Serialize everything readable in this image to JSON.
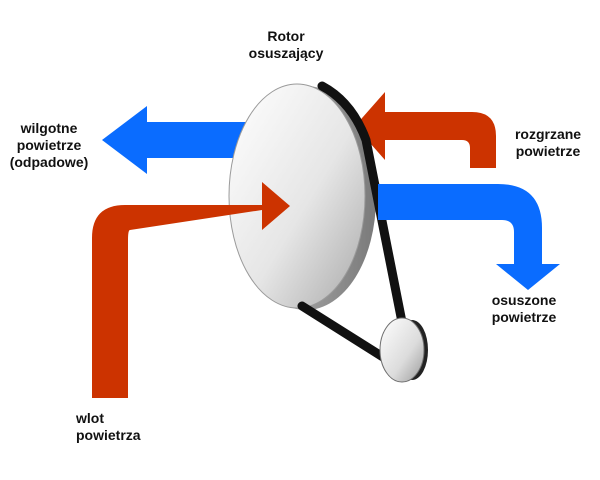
{
  "labels": {
    "rotor": [
      "Rotor",
      "osuszający"
    ],
    "humid_air": [
      "wilgotne",
      "powietrze",
      "(odpadowe)"
    ],
    "heated_air": [
      "rozgrzane",
      "powietrze"
    ],
    "dried_air": [
      "osuszone",
      "powietrze"
    ],
    "air_inlet": [
      "wlot",
      "powietrza"
    ]
  },
  "colors": {
    "hot_air": "#cc3300",
    "dry_air": "#0a6cff",
    "rotor_light": "#f7f7f7",
    "rotor_dark": "#a9a9a9",
    "belt": "#111111",
    "text": "#111111"
  }
}
